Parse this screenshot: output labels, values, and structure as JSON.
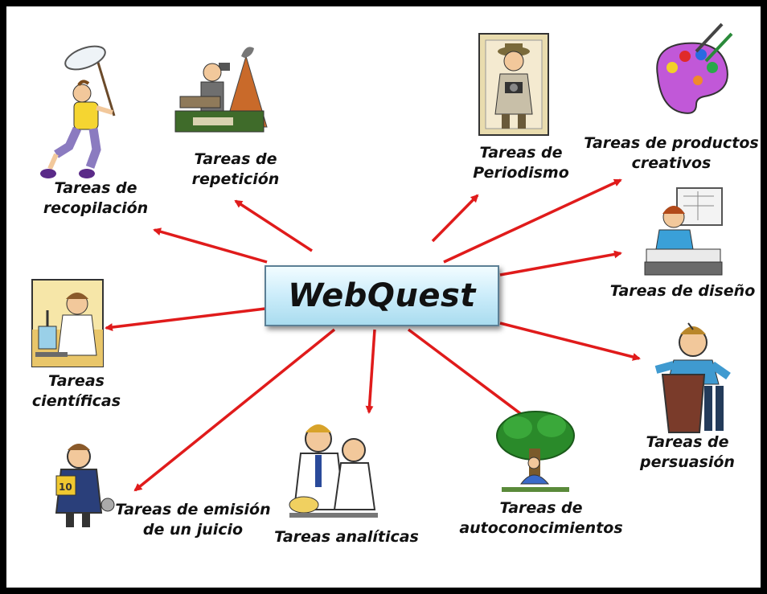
{
  "center": {
    "title": "WebQuest"
  },
  "colors": {
    "frame": "#000000",
    "arrow": "#e01b1b",
    "box_top": "#f2fcff",
    "box_bottom": "#a9dcef",
    "box_border": "#5b7f95"
  },
  "tasks": [
    {
      "id": "recopilacion",
      "lines": [
        "Tareas de",
        "recopilación"
      ],
      "icon": "butterfly-net-runner-icon"
    },
    {
      "id": "repeticion",
      "lines": [
        "Tareas de",
        "repetición"
      ],
      "icon": "volcano-presenter-icon"
    },
    {
      "id": "periodismo",
      "lines": [
        "Tareas de",
        "Periodismo"
      ],
      "icon": "reporter-camera-icon"
    },
    {
      "id": "productos-creativos",
      "lines": [
        "Tareas de productos",
        "creativos"
      ],
      "icon": "paint-palette-icon"
    },
    {
      "id": "diseno",
      "lines": [
        "Tareas de diseño"
      ],
      "icon": "drafting-table-icon"
    },
    {
      "id": "persuasion",
      "lines": [
        "Tareas de",
        "persuasión"
      ],
      "icon": "speaker-podium-icon"
    },
    {
      "id": "autoconocimiento",
      "lines": [
        "Tareas de",
        "autoconocimientos"
      ],
      "icon": "meditating-tree-icon"
    },
    {
      "id": "analiticas",
      "lines": [
        "Tareas analíticas"
      ],
      "icon": "scientists-thinking-icon"
    },
    {
      "id": "emision-juicio",
      "lines": [
        "Tareas de emisión",
        "de un juicio"
      ],
      "icon": "judge-scorecard-icon"
    },
    {
      "id": "cientificas",
      "lines": [
        "Tareas",
        "científicas"
      ],
      "icon": "lab-scientist-icon"
    }
  ]
}
